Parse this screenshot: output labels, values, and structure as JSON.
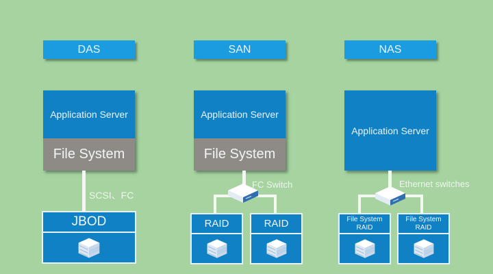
{
  "colors": {
    "background": "#a6d3a0",
    "title_blue": "#1b9be0",
    "server_blue": "#1181c6",
    "file_system_gray": "#8e8b87",
    "connector_white": "#f2f7f0"
  },
  "das": {
    "title": "DAS",
    "app_server": "Application Server",
    "file_system": "File System",
    "connection_label": "SCSI、FC",
    "storage": {
      "label": "JBOD",
      "icon": "disk-stack-icon"
    }
  },
  "san": {
    "title": "SAN",
    "app_server": "Application Server",
    "file_system": "File System",
    "switch_label": "FC Switch",
    "switch_icon": "switch-icon",
    "storage": [
      {
        "label": "RAID",
        "icon": "disk-stack-icon"
      },
      {
        "label": "RAID",
        "icon": "disk-stack-icon"
      }
    ]
  },
  "nas": {
    "title": "NAS",
    "app_server": "Application Server",
    "switch_label": "Ethernet switches",
    "switch_icon": "switch-icon",
    "storage": [
      {
        "line1": "File System",
        "line2": "RAID",
        "icon": "disk-stack-icon"
      },
      {
        "line1": "File System",
        "line2": "RAID",
        "icon": "disk-stack-icon"
      }
    ]
  }
}
